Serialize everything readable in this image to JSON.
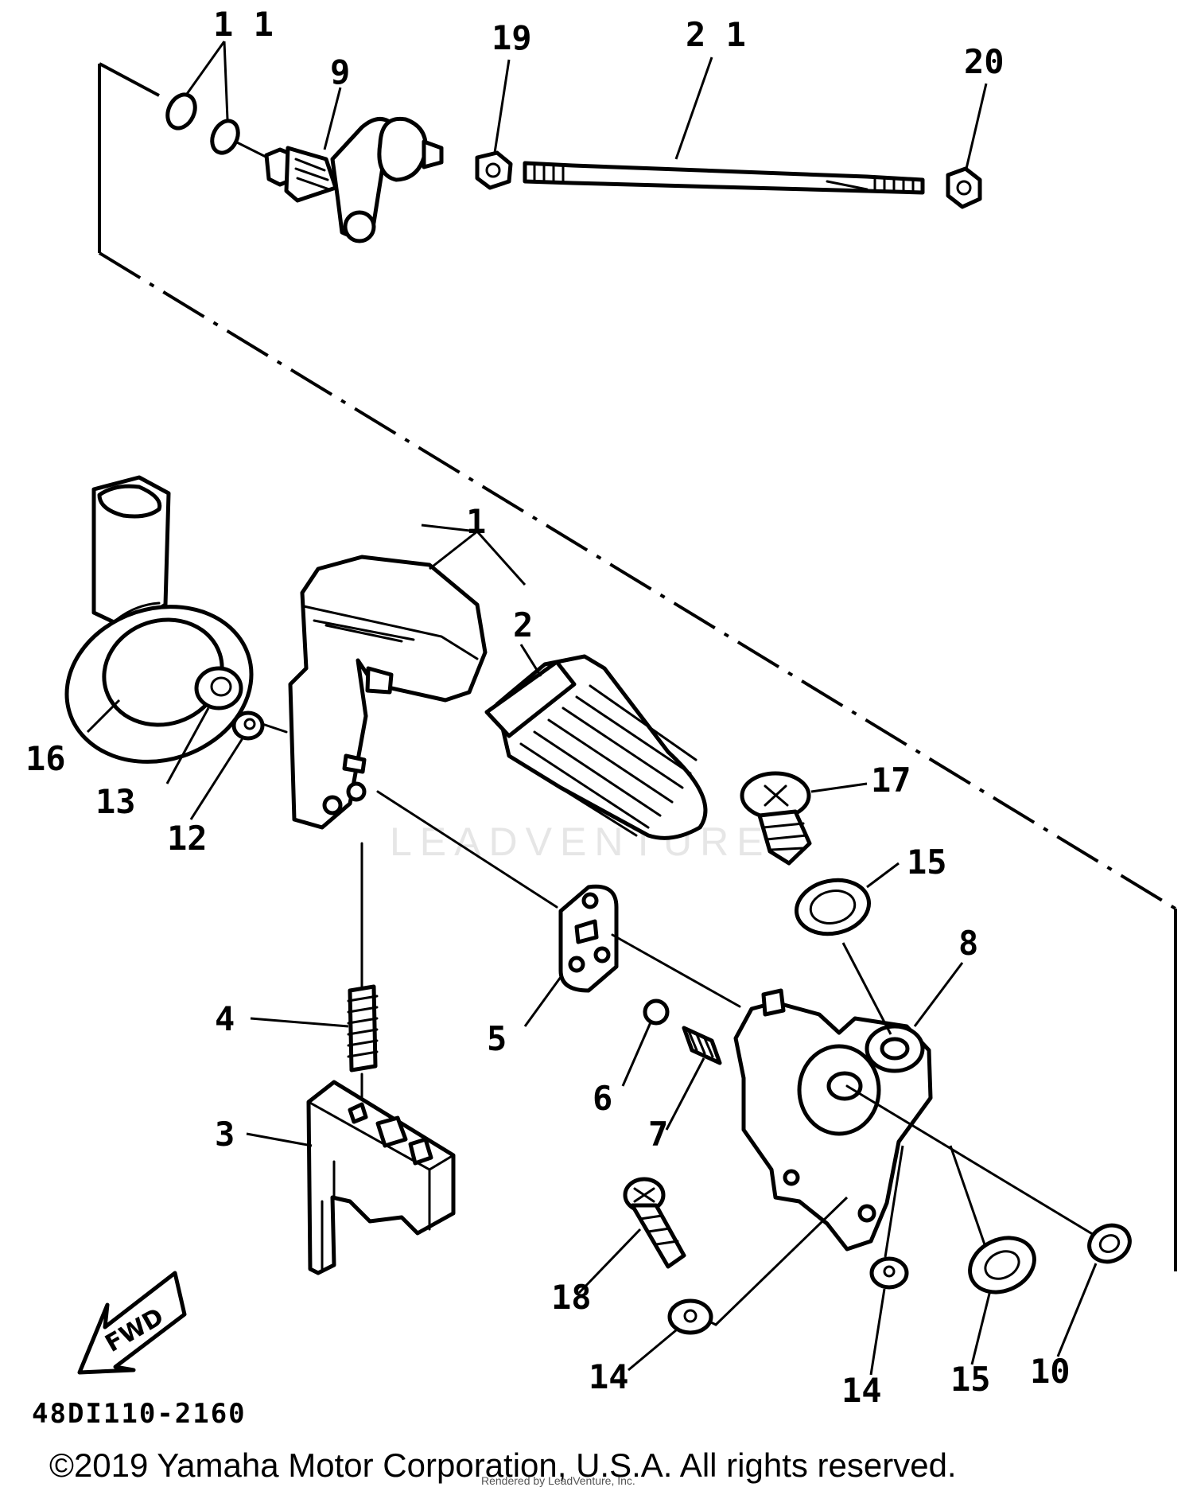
{
  "labels": {
    "p1": "1",
    "p2": "2",
    "p3": "3",
    "p4": "4",
    "p5": "5",
    "p6": "6",
    "p7": "7",
    "p8": "8",
    "p9": "9",
    "p10": "10",
    "p11": "1 1",
    "p12": "12",
    "p13": "13",
    "p14a": "14",
    "p14b": "14",
    "p15a": "15",
    "p15b": "15",
    "p16": "16",
    "p17": "17",
    "p18": "18",
    "p19": "19",
    "p20": "20",
    "p21": "2 1"
  },
  "fwd_label": "FWD",
  "diagram_code": "48DI110-2160",
  "copyright": "©2019 Yamaha Motor Corporation, U.S.A. All rights reserved.",
  "rendered_by": "Rendered by LeadVenture, Inc.",
  "watermark": "LEADVENTURE"
}
